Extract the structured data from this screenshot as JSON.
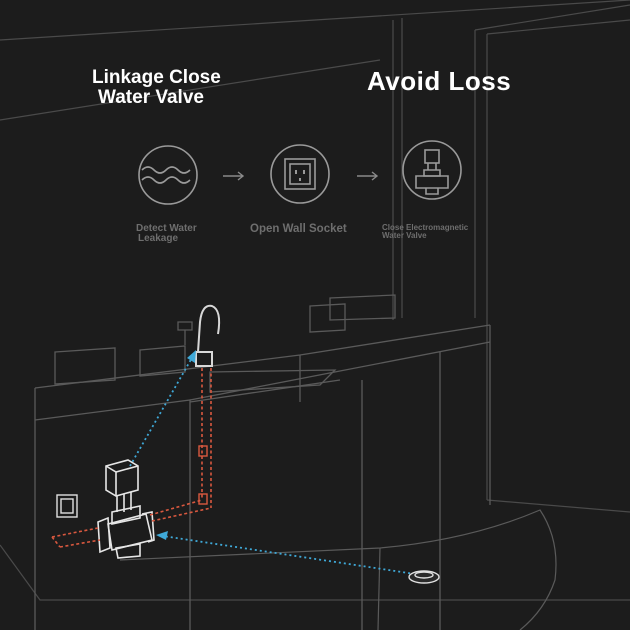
{
  "header": {
    "left_title_line1": "Linkage Close",
    "left_title_line2": "Water Valve",
    "right_title": "Avoid Loss"
  },
  "steps": [
    {
      "icon": "water-wave-icon",
      "label_line1": "Detect Water",
      "label_line2": "Leakage"
    },
    {
      "icon": "wall-socket-icon",
      "label_line1": "Open Wall Socket"
    },
    {
      "icon": "electromagnetic-valve-icon",
      "label_line1": "Close Electromagnetic",
      "label_line2": "Water Valve"
    }
  ],
  "colors": {
    "background": "#1c1c1c",
    "line_art": "#5a5a5a",
    "water_pipe": "#d9583f",
    "signal": "#3fa9d8",
    "text": "#ffffff"
  }
}
